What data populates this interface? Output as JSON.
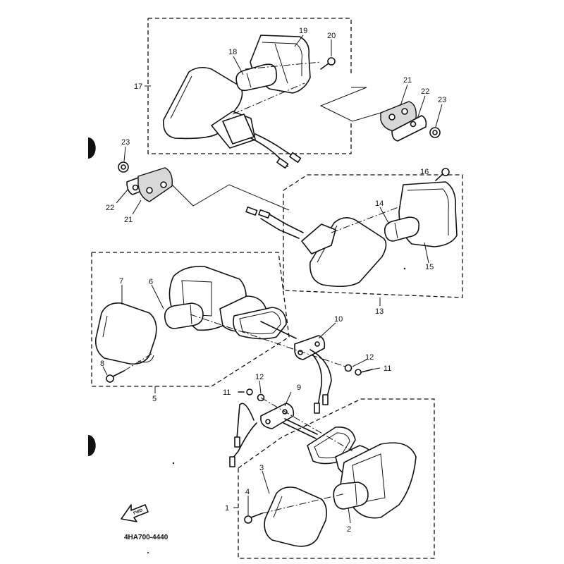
{
  "diagram_code": "4HA700-4440",
  "fwd_arrow_text": "FWD",
  "callouts": [
    "1",
    "2",
    "3",
    "4",
    "5",
    "6",
    "7",
    "8",
    "9",
    "10",
    "11",
    "11",
    "12",
    "12",
    "13",
    "14",
    "15",
    "16",
    "17",
    "18",
    "19",
    "20",
    "21",
    "21",
    "22",
    "22",
    "23",
    "23"
  ]
}
